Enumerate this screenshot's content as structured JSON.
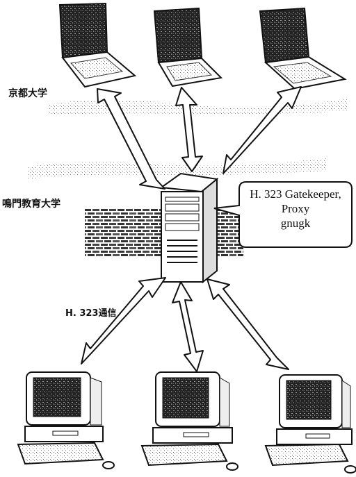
{
  "labels": {
    "kyoto": "京都大学",
    "naruto": "鳴門教育大学",
    "protocol": "H. 323通信"
  },
  "server_bubble": {
    "line1": "H. 323 Gatekeeper,",
    "line2": "Proxy",
    "line3": "gnugk"
  },
  "nodes": {
    "laptops": [
      "laptop-left",
      "laptop-center",
      "laptop-right"
    ],
    "server": "server-tower",
    "desktops": [
      "desktop-left",
      "desktop-center",
      "desktop-right"
    ]
  },
  "colors": {
    "ink": "#111111",
    "paper": "#ffffff"
  }
}
